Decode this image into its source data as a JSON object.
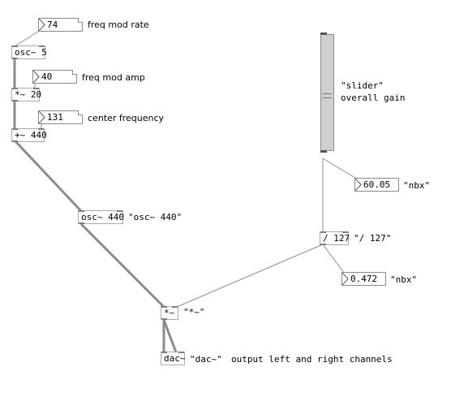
{
  "patch": {
    "nodes": {
      "freq_rate_num": "74",
      "freq_rate_label": "freq mod rate",
      "osc5": "osc~ 5",
      "freq_amp_num": "40",
      "freq_amp_label": "freq mod amp",
      "mul20": "*~ 20",
      "center_num": "131",
      "center_label": "center frequency",
      "add440": "+~ 440",
      "osc440": "osc~ 440",
      "osc440_label": "\"osc~ 440\"",
      "slider_label1": "\"slider\"",
      "slider_label2": "overall gain",
      "nbx1_value": "60.05",
      "nbx1_label": "\"nbx\"",
      "div127": "/ 127",
      "div127_label": "\"/ 127\"",
      "nbx2_value": "0.472",
      "nbx2_label": "\"nbx\"",
      "mul": "*~",
      "mul_label": "\"*~\"",
      "dac": "dac~",
      "dac_label": "\"dac~\"",
      "dac_comment": "output left and right channels"
    },
    "slider_value_fraction": 0.47
  }
}
